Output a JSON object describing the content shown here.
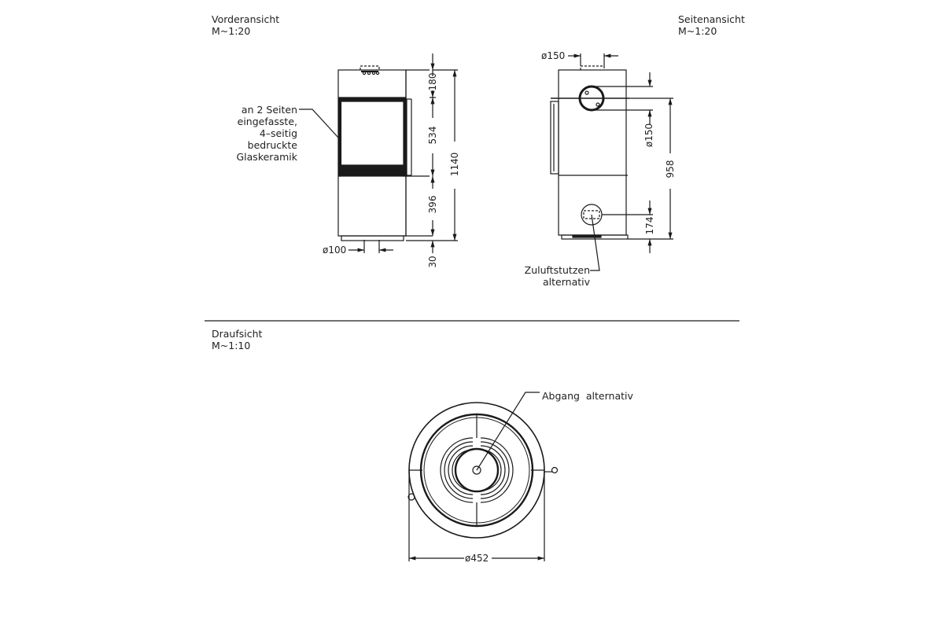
{
  "views": {
    "front": {
      "title": "Vorderansicht",
      "scale": "M~1:20"
    },
    "side": {
      "title": "Seitenansicht",
      "scale": "M~1:20"
    },
    "top": {
      "title": "Draufsicht",
      "scale": "M~1:10"
    }
  },
  "annotations": {
    "glass_line1": "an 2 Seiten",
    "glass_line2": "eingefasste,",
    "glass_line3": "4–seitig",
    "glass_line4": "bedruckte",
    "glass_line5": "Glaskeramik",
    "air_intake_line1": "Zuluftstutzen",
    "air_intake_line2": "alternativ",
    "outlet": "Abgang  alternativ"
  },
  "dimensions": {
    "front": {
      "top_section": "180",
      "glass_section": "534",
      "bottom_section": "396",
      "total_height": "1140",
      "base": "30",
      "air_pipe_diameter": "ø100"
    },
    "side": {
      "flue_top_diameter": "ø150",
      "flue_rear_diameter": "ø150",
      "rear_flue_height": "958",
      "air_intake_height": "174"
    },
    "top": {
      "outer_diameter": "ø452"
    }
  },
  "colors": {
    "line": "#1a1a1a",
    "background": "#ffffff"
  }
}
